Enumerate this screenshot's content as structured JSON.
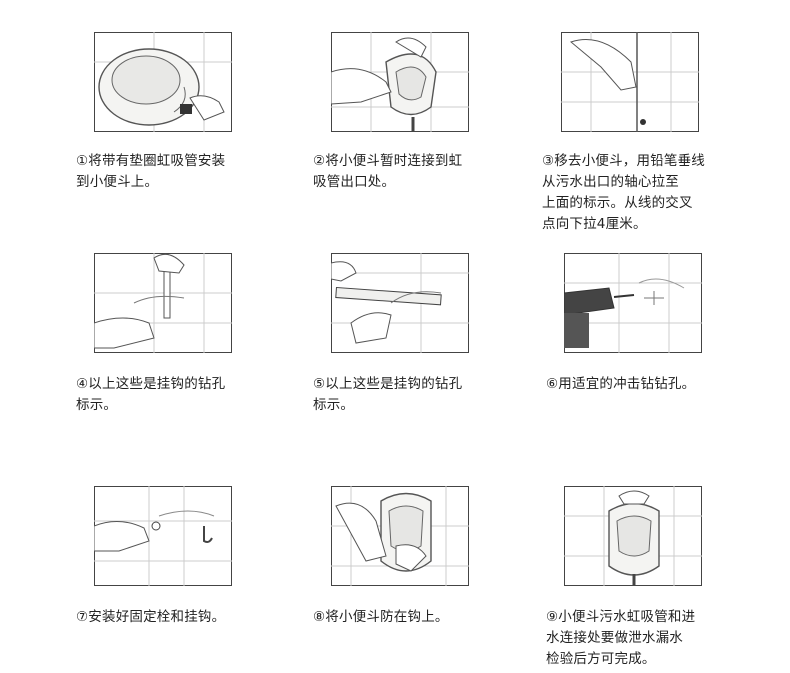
{
  "steps": [
    {
      "caption": "①将带有垫圈虹吸管安装\n  到小便斗上。",
      "figure": "urinal-siphon-install"
    },
    {
      "caption": "②将小便斗暂时连接到虹\n  吸管出口处。",
      "figure": "urinal-temporary-fit"
    },
    {
      "caption": "③移去小便斗，用铅笔垂线\n  从污水出口的轴心拉至\n  上面的标示。从线的交叉\n  点向下拉4厘米。",
      "figure": "pencil-plumb-line"
    },
    {
      "caption": "④以上这些是挂钩的钻孔\n  标示。",
      "figure": "marking-hook-holes"
    },
    {
      "caption": "⑤以上这些是挂钩的钻孔\n  标示。",
      "figure": "level-ruler-marking"
    },
    {
      "caption": "⑥用适宜的冲击钻钻孔。",
      "figure": "impact-drill"
    },
    {
      "caption": "⑦安装好固定栓和挂钩。",
      "figure": "install-bolts-hooks"
    },
    {
      "caption": "⑧将小便斗防在钩上。",
      "figure": "hang-urinal"
    },
    {
      "caption": "⑨小便斗污水虹吸管和进\n  水连接处要做泄水漏水\n  检验后方可完成。",
      "figure": "leak-test"
    }
  ],
  "colors": {
    "line": "#555555",
    "tile": "#bbbbbb",
    "fill": "#f2f2f0",
    "text": "#222222"
  }
}
